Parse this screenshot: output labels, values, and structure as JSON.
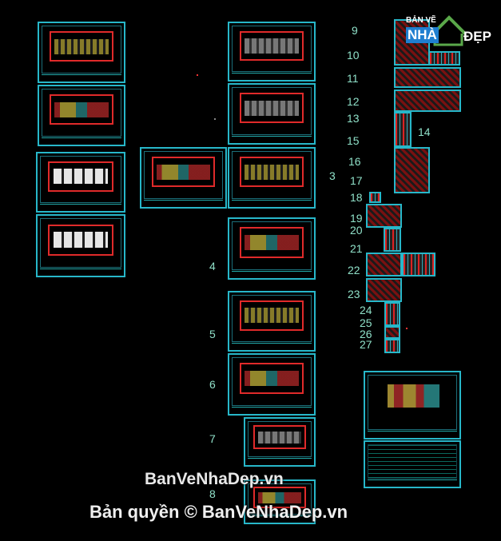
{
  "logo": {
    "line1": "BẢN VẼ",
    "line2": "NHÀ",
    "line3": "ĐẸP",
    "icon": "house-icon"
  },
  "sheet_numbers": [
    "9",
    "10",
    "11",
    "12",
    "13",
    "14",
    "15",
    "16",
    "17",
    "18",
    "19",
    "20",
    "21",
    "22",
    "23",
    "24",
    "25",
    "26",
    "27",
    "3",
    "4",
    "5",
    "6",
    "7",
    "8"
  ],
  "watermark": {
    "site": "BanVeNhaDep.vn",
    "copyright": "Bản quyền © BanVeNhaDep.vn"
  },
  "colors": {
    "background": "#000000",
    "frame": "#27b7c9",
    "wall": "#e02a2a",
    "label": "#8fe0c8"
  }
}
